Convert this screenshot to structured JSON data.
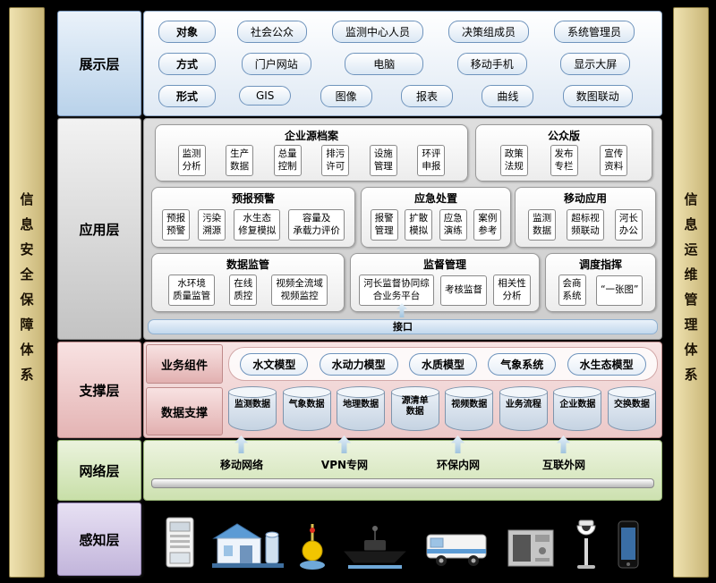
{
  "side_bars": {
    "left": "信息安全保障体系",
    "right": "信息运维管理体系"
  },
  "layers": {
    "presentation": {
      "label": "展示层",
      "rows": [
        {
          "head": "对象",
          "items": [
            "社会公众",
            "监测中心人员",
            "决策组成员",
            "系统管理员"
          ]
        },
        {
          "head": "方式",
          "items": [
            "门户网站",
            "电脑",
            "移动手机",
            "显示大屏"
          ]
        },
        {
          "head": "形式",
          "items": [
            "GIS",
            "图像",
            "报表",
            "曲线",
            "数图联动"
          ]
        }
      ]
    },
    "application": {
      "label": "应用层",
      "interface_label": "接口",
      "groups": [
        {
          "title": "企业源档案",
          "items": [
            "监测\n分析",
            "生产\n数据",
            "总量\n控制",
            "排污\n许可",
            "设施\n管理",
            "环评\n申报"
          ]
        },
        {
          "title": "公众版",
          "items": [
            "政策\n法规",
            "发布\n专栏",
            "宣传\n资料"
          ]
        },
        {
          "title": "预报预警",
          "items": [
            "预报\n预警",
            "污染\n溯源",
            "水生态\n修复模拟",
            "容量及\n承载力评价"
          ]
        },
        {
          "title": "应急处置",
          "items": [
            "报警\n管理",
            "扩散\n模拟",
            "应急\n演练",
            "案例\n参考"
          ]
        },
        {
          "title": "移动应用",
          "items": [
            "监测\n数据",
            "超标视\n频联动",
            "河长\n办公"
          ]
        },
        {
          "title": "数据监管",
          "items": [
            "水环境\n质量监管",
            "在线\n质控",
            "视频全流域\n视频监控"
          ]
        },
        {
          "title": "监督管理",
          "items": [
            "河长监督协同综\n合业务平台",
            "考核监督",
            "相关性\n分析"
          ]
        },
        {
          "title": "调度指挥",
          "items": [
            "会商\n系统",
            "“一张图”"
          ]
        }
      ]
    },
    "support": {
      "label": "支撑层",
      "sub_rows": [
        {
          "label": "业务组件",
          "items": [
            "水文模型",
            "水动力模型",
            "水质模型",
            "气象系统",
            "水生态模型"
          ]
        },
        {
          "label": "数据支撑",
          "items": [
            "监测数据",
            "气象数据",
            "地理数据",
            "源清单\n数据",
            "视频数据",
            "业务流程",
            "企业数据",
            "交换数据"
          ]
        }
      ]
    },
    "network": {
      "label": "网络层",
      "items": [
        "移动网络",
        "VPN专网",
        "环保内网",
        "互联外网"
      ]
    },
    "perception": {
      "label": "感知层",
      "devices": [
        "monitoring-cabinet",
        "water-station",
        "buoy",
        "survey-boat",
        "monitoring-van",
        "equipment-box",
        "dome-camera",
        "smartphone"
      ]
    }
  }
}
